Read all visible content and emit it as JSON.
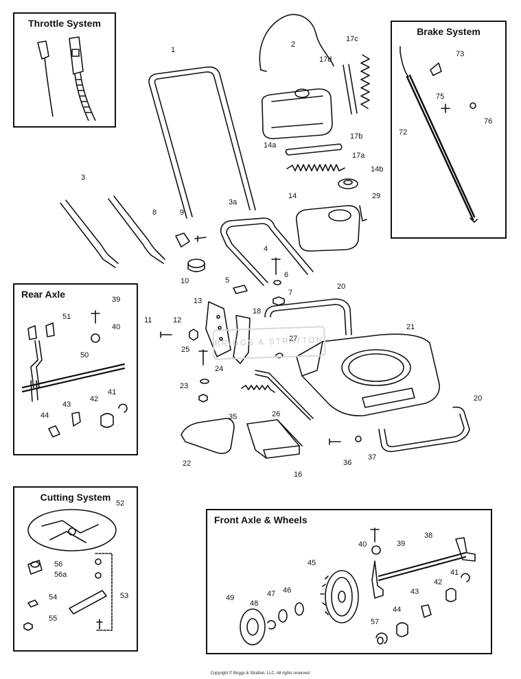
{
  "boxes": {
    "throttle": {
      "title": "Throttle System"
    },
    "brake": {
      "title": "Brake System"
    },
    "rear_axle": {
      "title": "Rear Axle"
    },
    "cutting": {
      "title": "Cutting System"
    },
    "front_axle": {
      "title": "Front Axle & Wheels"
    }
  },
  "watermark": "BRIGGS & STRATTON",
  "part_labels": {
    "main": [
      "1",
      "2",
      "17c",
      "17d",
      "14a",
      "17b",
      "17a",
      "14b",
      "14",
      "29",
      "3",
      "3a",
      "8",
      "9",
      "4",
      "10",
      "5",
      "6",
      "7",
      "13",
      "18",
      "20",
      "21",
      "11",
      "12",
      "25",
      "27",
      "24",
      "23",
      "35",
      "26",
      "22",
      "16",
      "36",
      "37",
      "20"
    ],
    "brake": [
      "73",
      "75",
      "72",
      "76"
    ],
    "rear_axle": [
      "39",
      "51",
      "40",
      "50",
      "43",
      "42",
      "41",
      "44"
    ],
    "cutting": [
      "52",
      "56",
      "56a",
      "54",
      "53",
      "55"
    ],
    "front_axle": [
      "39",
      "38",
      "40",
      "45",
      "41",
      "49",
      "48",
      "47",
      "46",
      "42",
      "43",
      "44",
      "57"
    ]
  },
  "copyright": "Copyright © Briggs & Stratton, LLC. All rights reserved."
}
